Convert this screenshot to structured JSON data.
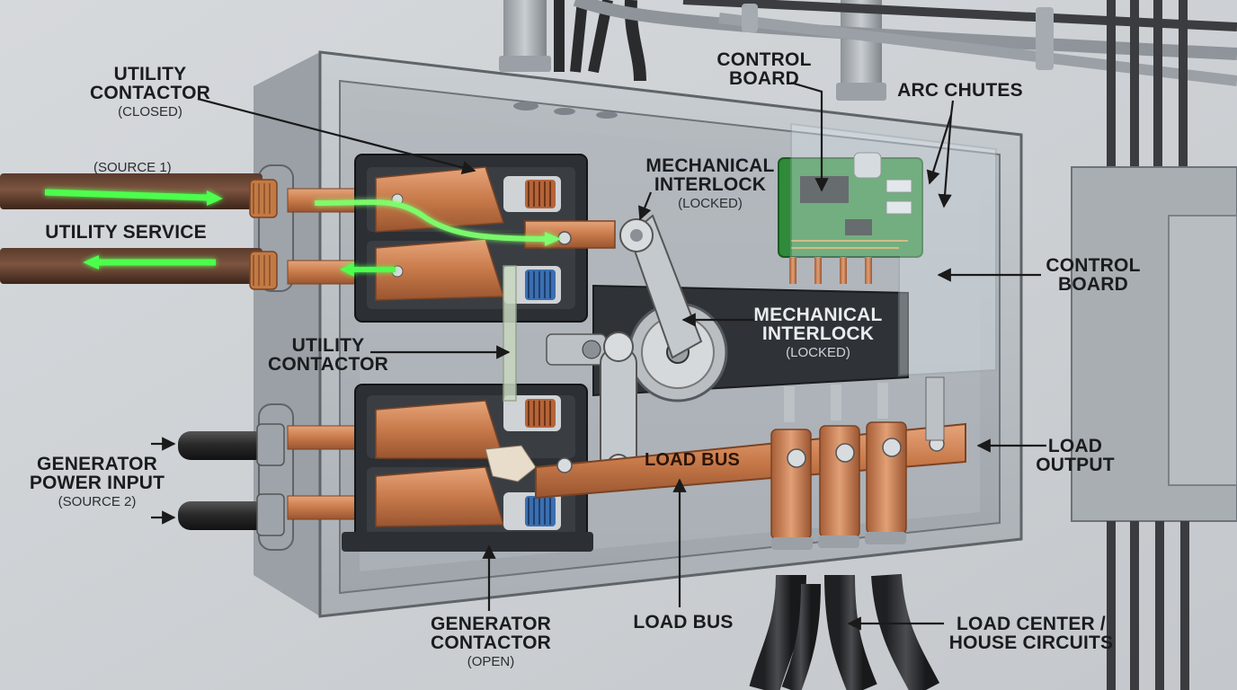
{
  "labels": {
    "utility_contactor_closed": {
      "title": "UTILITY\nCONTACTOR",
      "sub": "(CLOSED)"
    },
    "source1": "(SOURCE 1)",
    "utility_service": "UTILITY SERVICE",
    "utility_contactor": {
      "title": "UTILITY\nCONTACTOR"
    },
    "generator_power_input": {
      "title": "GENERATOR\nPOWER INPUT",
      "sub": "(SOURCE 2)"
    },
    "mech_interlock_top": {
      "title": "MECHANICAL\nINTERLOCK",
      "sub": "(LOCKED)"
    },
    "control_board_top": {
      "title": "CONTROL\nBOARD"
    },
    "arc_chutes": {
      "title": "ARC CHUTES"
    },
    "control_board_right": {
      "title": "CONTROL\nBOARD"
    },
    "mech_interlock_center": {
      "title": "MECHANICAL\nINTERLOCK",
      "sub": "(LOCKED)"
    },
    "load_bus_on_bar": {
      "title": "LOAD BUS"
    },
    "load_output": {
      "title": "LOAD\nOUTPUT"
    },
    "generator_contactor": {
      "title": "GENERATOR\nCONTACTOR",
      "sub": "(OPEN)"
    },
    "load_bus_bottom": {
      "title": "LOAD BUS"
    },
    "load_center": {
      "title": "LOAD CENTER /\nHOUSE CIRCUITS"
    }
  },
  "colors": {
    "wall": "#cfd3d6",
    "enclosure": "#b9bec3",
    "copper": "#c87a4a",
    "current_flow": "#4dff4d",
    "contactor_housing": "#2c2f33",
    "cable_sheath": "#2a2b2d",
    "control_board": "#2f8a3a",
    "arrow": "#1a1a1a"
  },
  "icons": {
    "flow_arrow": "green-current-flow-arrow",
    "callout_arrow": "black-callout-arrow"
  }
}
